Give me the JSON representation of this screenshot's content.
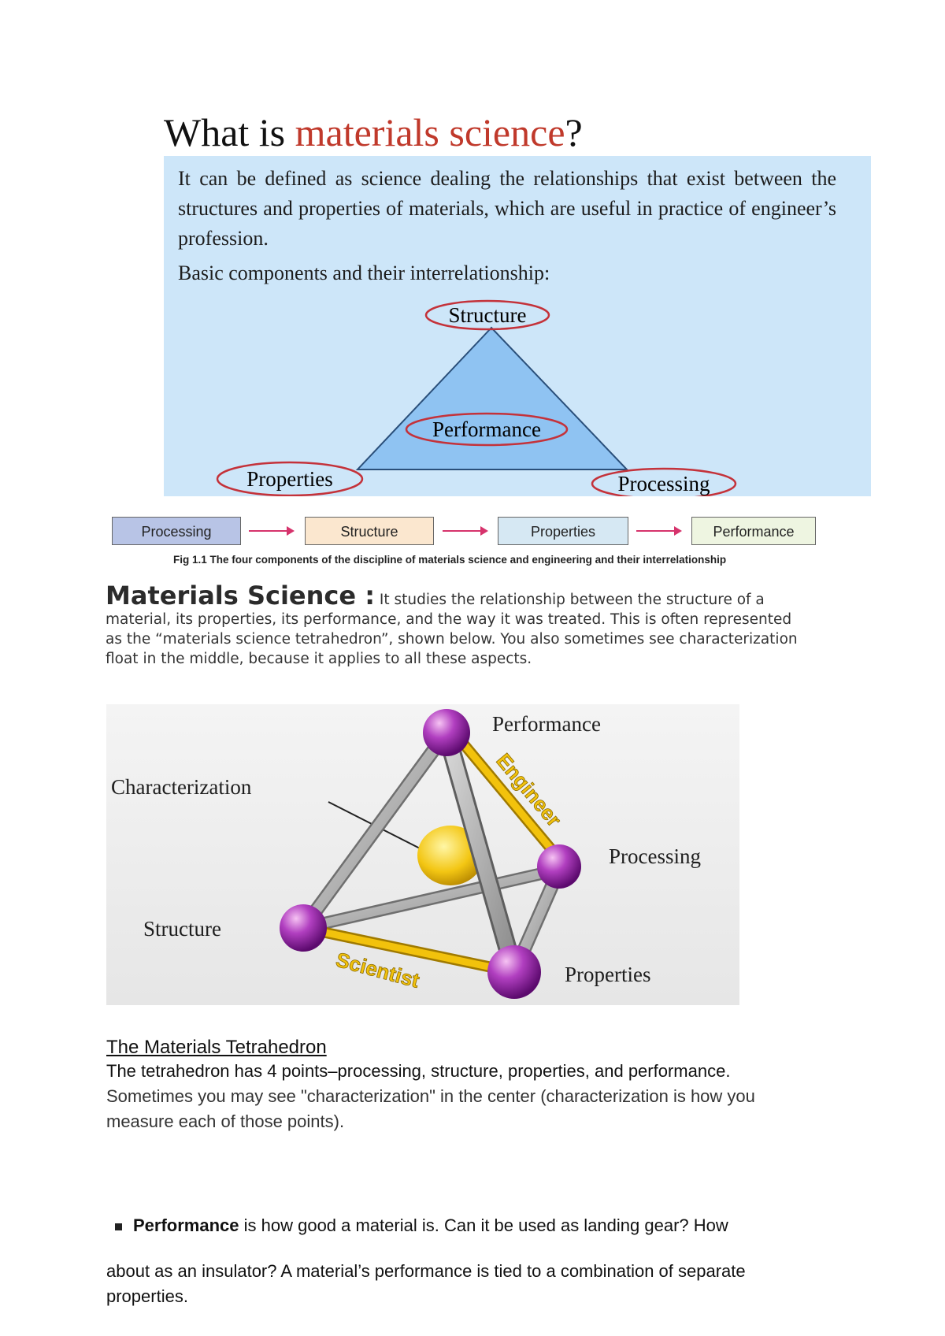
{
  "title": {
    "prefix": "What is ",
    "highlight": "materials science",
    "suffix": "?"
  },
  "definition": "It can be defined as science dealing the relationships that exist between the structures and properties of materials, which are useful in practice of engineer’s profession.",
  "basic_components": "Basic components and their interrelationship:",
  "triangle": {
    "top": "Structure",
    "center": "Performance",
    "left": "Properties",
    "right": "Processing"
  },
  "flow": {
    "boxes": [
      {
        "label": "Processing",
        "color": "#b8c4e6"
      },
      {
        "label": "Structure",
        "color": "#fbe7cf"
      },
      {
        "label": "Properties",
        "color": "#d6e8f3"
      },
      {
        "label": "Performance",
        "color": "#eef5e1"
      }
    ]
  },
  "figure_caption": "Fig 1.1 The four components of the discipline of materials science and engineering and their interrelationship",
  "materials_science": {
    "heading": "Materials Science :",
    "body": " It  studies the relationship between the structure of a material, its properties, its performance, and the way it was treated. This is often represented as the “materials science tetrahedron”, shown below. You also sometimes see characterization float in the middle, because it applies to all these aspects."
  },
  "tetrahedron": {
    "performance": "Performance",
    "characterization": "Characterization",
    "processing": "Processing",
    "structure": "Structure",
    "properties": "Properties",
    "engineer": "Engineer",
    "scientist": "Scientist"
  },
  "tetra_section": {
    "heading": "The Materials Tetrahedron",
    "p1": "The tetrahedron has 4 points–processing, structure, properties, and performance.",
    "p2": "Sometimes you may see \"characterization\" in the center (characterization is how you measure each of those points)."
  },
  "bullet": {
    "term": "Performance",
    "text": " is how good a material is. Can it be used as landing gear? How"
  },
  "continuation": "about as an insulator? A material’s performance is tied to a combination of separate properties."
}
